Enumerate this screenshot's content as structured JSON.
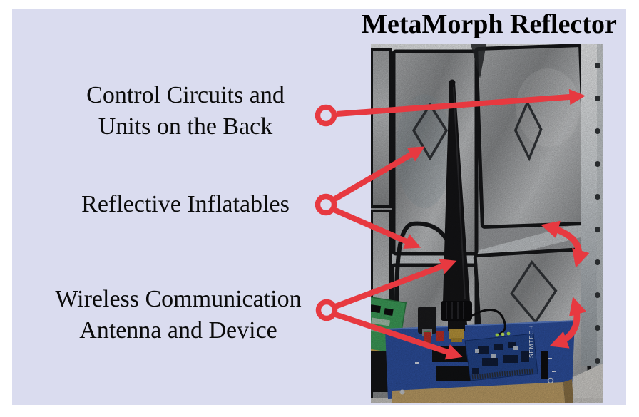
{
  "figure": {
    "title": "MetaMorph Reflector",
    "colors": {
      "page": "#ffffff",
      "background": "#dadcef",
      "annotation": "#e73940"
    },
    "labels": {
      "control": {
        "line1": "Control Circuits and",
        "line2": "Units on the Back"
      },
      "inflatables": {
        "line1": "Reflective Inflatables"
      },
      "wireless": {
        "line1": "Wireless Communication",
        "line2": "Antenna and Device"
      }
    },
    "photo": {
      "board_text": "SEMTECH"
    }
  }
}
